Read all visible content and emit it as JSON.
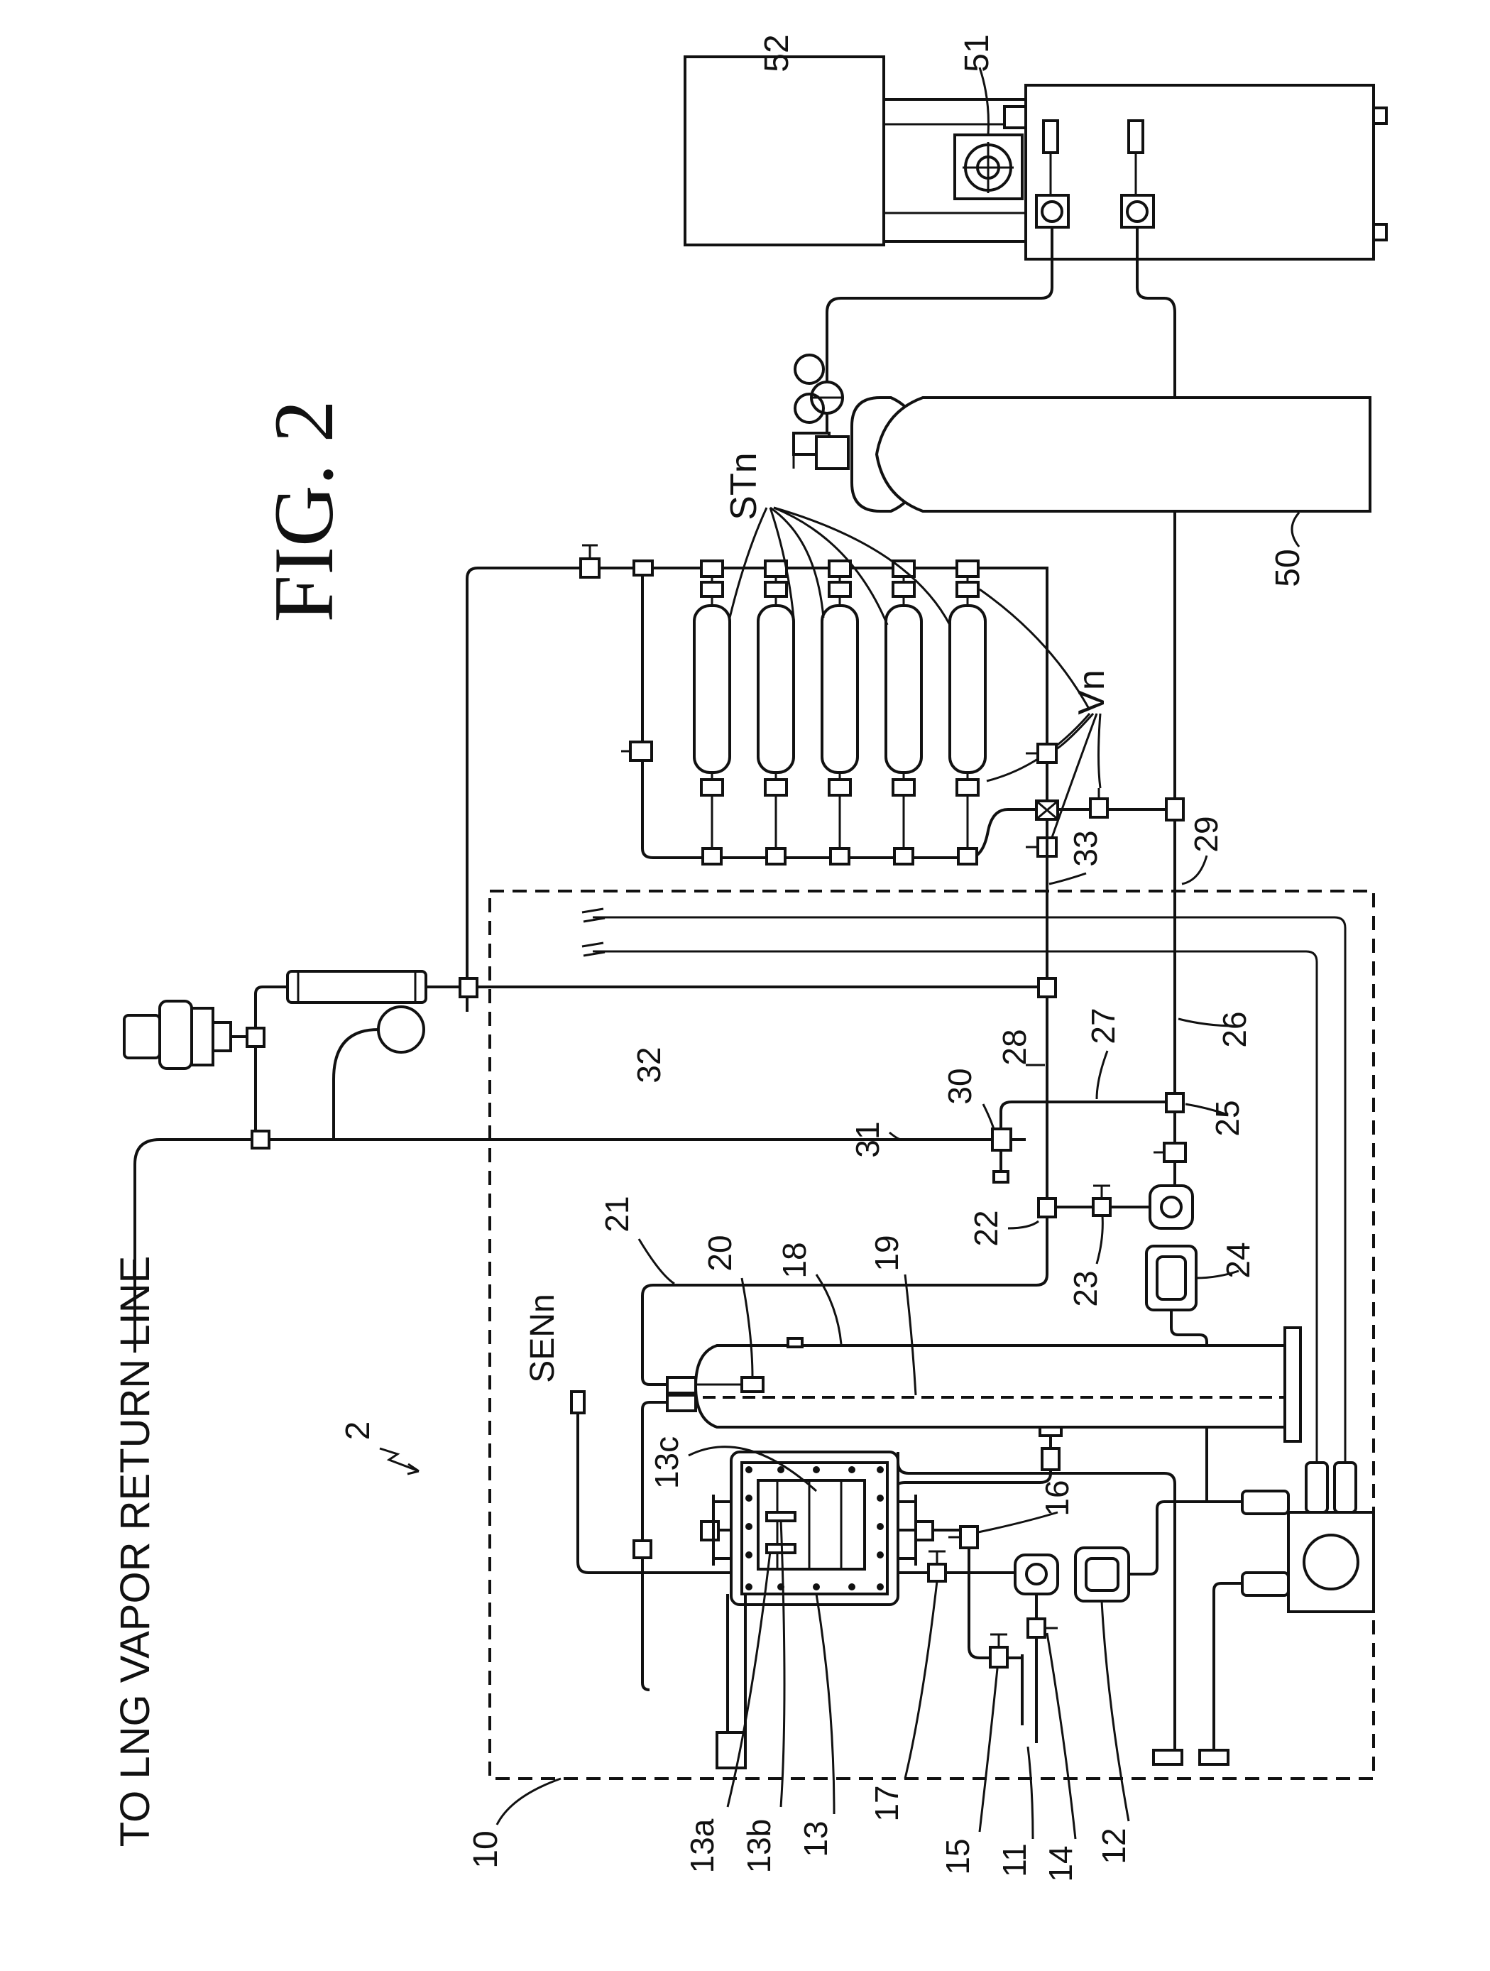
{
  "figure": {
    "title": "FIG. 2",
    "bottom_caption": "TO LNG VAPOR RETURN LINE",
    "reference_labels": [
      "2",
      "10",
      "11",
      "12",
      "13",
      "13a",
      "13b",
      "13c",
      "14",
      "15",
      "16",
      "17",
      "18",
      "19",
      "20",
      "21",
      "22",
      "23",
      "24",
      "25",
      "26",
      "27",
      "28",
      "29",
      "30",
      "31",
      "32",
      "33",
      "50",
      "51",
      "52",
      "STn",
      "Vn",
      "SENn"
    ]
  },
  "labels": {
    "l2": "2",
    "l10": "10",
    "l11": "11",
    "l12": "12",
    "l13": "13",
    "l13a": "13a",
    "l13b": "13b",
    "l13c": "13c",
    "l14": "14",
    "l15": "15",
    "l16": "16",
    "l17": "17",
    "l18": "18",
    "l19": "19",
    "l20": "20",
    "l21": "21",
    "l22": "22",
    "l23": "23",
    "l24": "24",
    "l25": "25",
    "l26": "26",
    "l27": "27",
    "l28": "28",
    "l29": "29",
    "l30": "30",
    "l31": "31",
    "l32": "32",
    "l33": "33",
    "l50": "50",
    "l51": "51",
    "l52": "52",
    "lSTn": "STn",
    "lVn": "Vn",
    "lSENn": "SENn"
  }
}
